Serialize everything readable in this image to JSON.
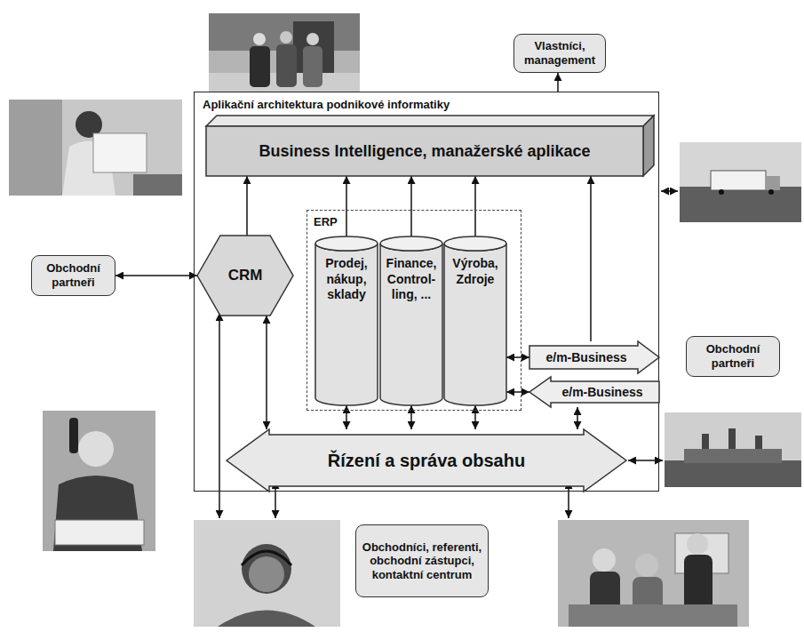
{
  "diagram": {
    "nodes": [
      {
        "text": [
          "Vlastníci, management"
        ]
      },
      {
        "text": [
          "Aplikační architektura podnikové informatiky"
        ]
      },
      {
        "text": [
          "Business Intelligence, manažerské aplikace"
        ],
        "in": 1
      },
      {
        "text": [
          "ERP"
        ],
        "in": 1
      },
      {
        "text": [
          "CRM"
        ],
        "in": 1
      },
      {
        "text": [
          "Prodej, nákup, sklady"
        ],
        "in": 3
      },
      {
        "text": [
          "Finance, Control- ling, ..."
        ],
        "in": 3
      },
      {
        "text": [
          "Výroba, Zdroje"
        ],
        "in": 3
      },
      {
        "text": [
          "e/m-Business"
        ],
        "in": 1
      },
      {
        "text": [
          "e/m-Business"
        ],
        "in": 1
      },
      {
        "text": [
          "Řízení a správa obsahu"
        ],
        "in": 1
      },
      {
        "text": [
          "Obchodní partneři"
        ]
      },
      {
        "text": [
          "Obchodní partneři"
        ]
      },
      {
        "text": [
          "Obchodníci, referenti, obchodní zástupci, kontaktní centrum"
        ]
      }
    ],
    "edges": [
      {
        "from": 1,
        "to": 0,
        "arrow": "to"
      },
      {
        "from": 4,
        "to": 2,
        "arrow": "to"
      },
      {
        "from": 5,
        "to": 2,
        "arrow": "to"
      },
      {
        "from": 6,
        "to": 2,
        "arrow": "to"
      },
      {
        "from": 7,
        "to": 2,
        "arrow": "to"
      },
      {
        "from": 8,
        "to": 2,
        "arrow": "to"
      },
      {
        "from": 11,
        "to": 4,
        "arrow": "both"
      },
      {
        "from": 4,
        "to": 10,
        "arrow": "both"
      },
      {
        "from": 5,
        "to": 10,
        "arrow": "both"
      },
      {
        "from": 6,
        "to": 10,
        "arrow": "both"
      },
      {
        "from": 7,
        "to": 10,
        "arrow": "both"
      },
      {
        "from": 7,
        "to": 8,
        "arrow": "both"
      },
      {
        "from": 7,
        "to": 9,
        "arrow": "both"
      },
      {
        "from": 9,
        "to": 10,
        "arrow": "both"
      }
    ]
  }
}
